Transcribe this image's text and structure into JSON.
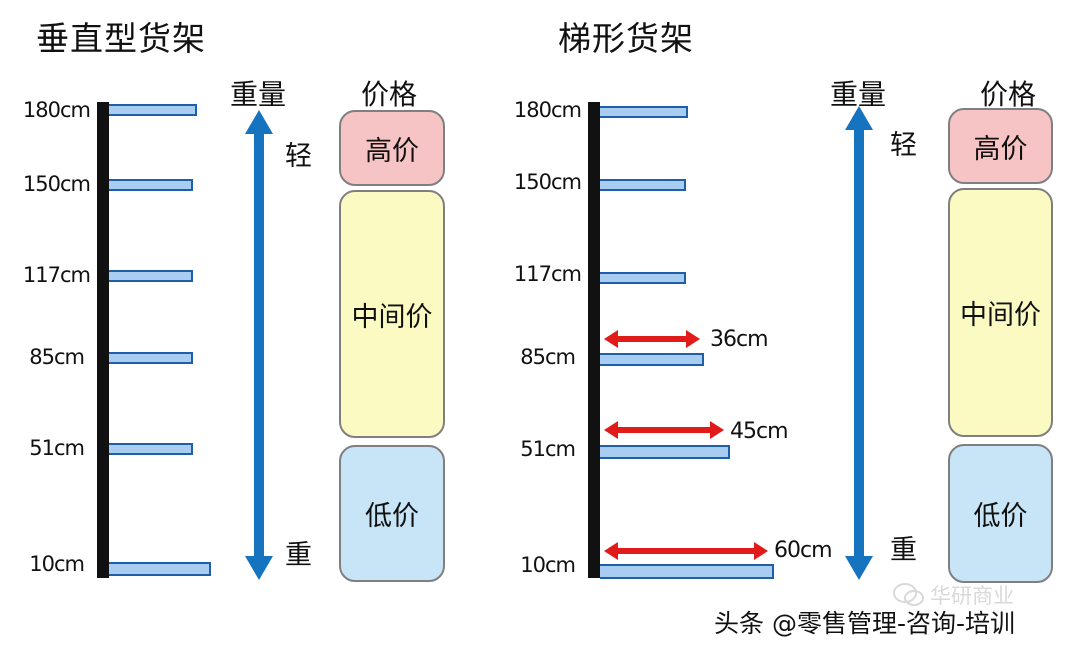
{
  "left": {
    "title": "垂直型货架",
    "heights": [
      "180cm",
      "150cm",
      "117cm",
      "85cm",
      "51cm",
      "10cm"
    ],
    "weight_header": "重量",
    "price_header": "价格",
    "light_label": "轻",
    "heavy_label": "重",
    "price_levels": [
      "高价",
      "中间价",
      "低价"
    ]
  },
  "right": {
    "title": "梯形货架",
    "heights": [
      "180cm",
      "150cm",
      "117cm",
      "85cm",
      "51cm",
      "10cm"
    ],
    "depths": [
      "36cm",
      "45cm",
      "60cm"
    ],
    "weight_header": "重量",
    "price_header": "价格",
    "light_label": "轻",
    "heavy_label": "重",
    "price_levels": [
      "高价",
      "中间价",
      "低价"
    ]
  },
  "watermark": "华研商业",
  "credit": "头条 @零售管理-咨询-培训",
  "colors": {
    "shelf_fill": "#a9cdf0",
    "shelf_border": "#1f5ea8",
    "weight_arrow": "#1673bf",
    "depth_arrow": "#e11a1a",
    "price_high": "#f6c4c4",
    "price_mid": "#fafac2",
    "price_low": "#c8e4f7"
  },
  "icons": [
    "wechat-logo-icon"
  ]
}
